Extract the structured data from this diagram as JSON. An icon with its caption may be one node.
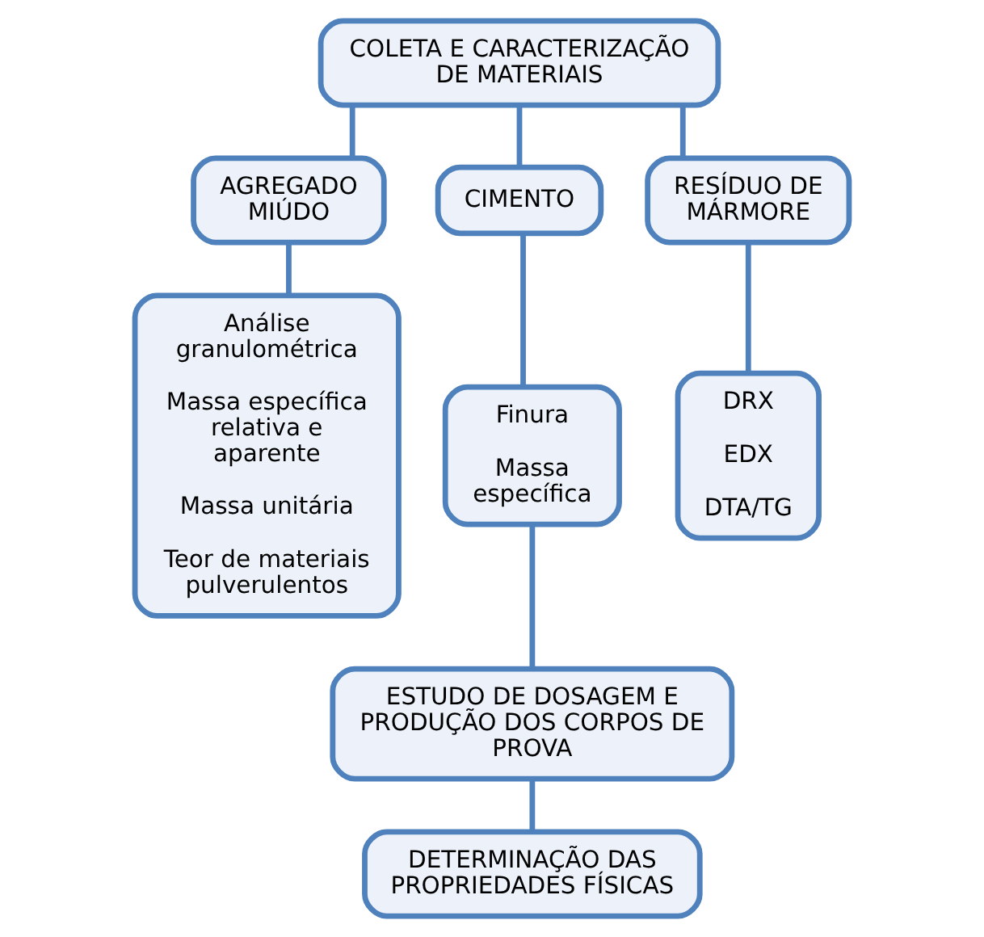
{
  "diagram": {
    "nodes": [
      {
        "text": [
          "COLETA E CARACTERIZAÇÃO DE MATERIAIS"
        ]
      },
      {
        "text": [
          "AGREGADO MIÚDO"
        ]
      },
      {
        "text": [
          "CIMENTO"
        ]
      },
      {
        "text": [
          "RESÍDUO DE MÁRMORE"
        ]
      },
      {
        "text": [
          "Análise granulométrica",
          "Massa específica relativa e aparente",
          "Massa unitária",
          "Teor de materiais pulverulentos"
        ]
      },
      {
        "text": [
          "Finura",
          "Massa específica"
        ]
      },
      {
        "text": [
          "DRX",
          "EDX",
          "DTA/TG"
        ]
      },
      {
        "text": [
          "ESTUDO DE DOSAGEM E PRODUÇÃO DOS CORPOS DE PROVA"
        ]
      },
      {
        "text": [
          "DETERMINAÇÃO DAS PROPRIEDADES FÍSICAS"
        ]
      }
    ],
    "edges": [
      {
        "from": 0,
        "to": 1,
        "arrow": "none"
      },
      {
        "from": 0,
        "to": 2,
        "arrow": "none"
      },
      {
        "from": 0,
        "to": 3,
        "arrow": "none"
      },
      {
        "from": 1,
        "to": 4,
        "arrow": "none"
      },
      {
        "from": 2,
        "to": 5,
        "arrow": "none"
      },
      {
        "from": 3,
        "to": 6,
        "arrow": "none"
      },
      {
        "from": 5,
        "to": 7,
        "arrow": "none"
      },
      {
        "from": 7,
        "to": 8,
        "arrow": "none"
      }
    ]
  }
}
